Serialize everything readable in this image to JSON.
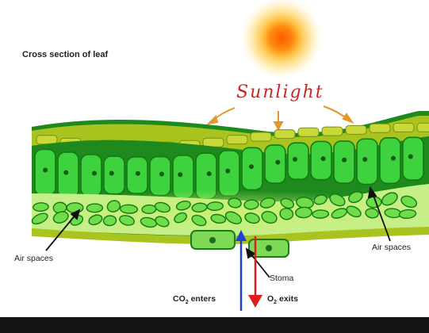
{
  "diagram": {
    "title": "Cross section of leaf",
    "sunlight_label": "Sunlight",
    "air_spaces_left": "Air spaces",
    "air_spaces_right": "Air spaces",
    "stoma_label": "Stoma",
    "co2_prefix": "CO",
    "co2_sub": "2",
    "co2_suffix": " enters",
    "o2_prefix": "O",
    "o2_sub": "2",
    "o2_suffix": " exits"
  },
  "colors": {
    "leaf_dark_green": "#1e8a1e",
    "palisade_green": "#3fd23f",
    "spongy_green": "#8be04e",
    "epidermis_yellow_green": "#a9c41e",
    "sun_core": "#ff6a00",
    "sun_glow": "#ffe28a",
    "sunlight_text": "#c62828",
    "co2_arrow": "#1f3fd6",
    "o2_arrow": "#e01b1b",
    "sun_ray_arrow": "#e3962a",
    "footer": "#141414"
  }
}
